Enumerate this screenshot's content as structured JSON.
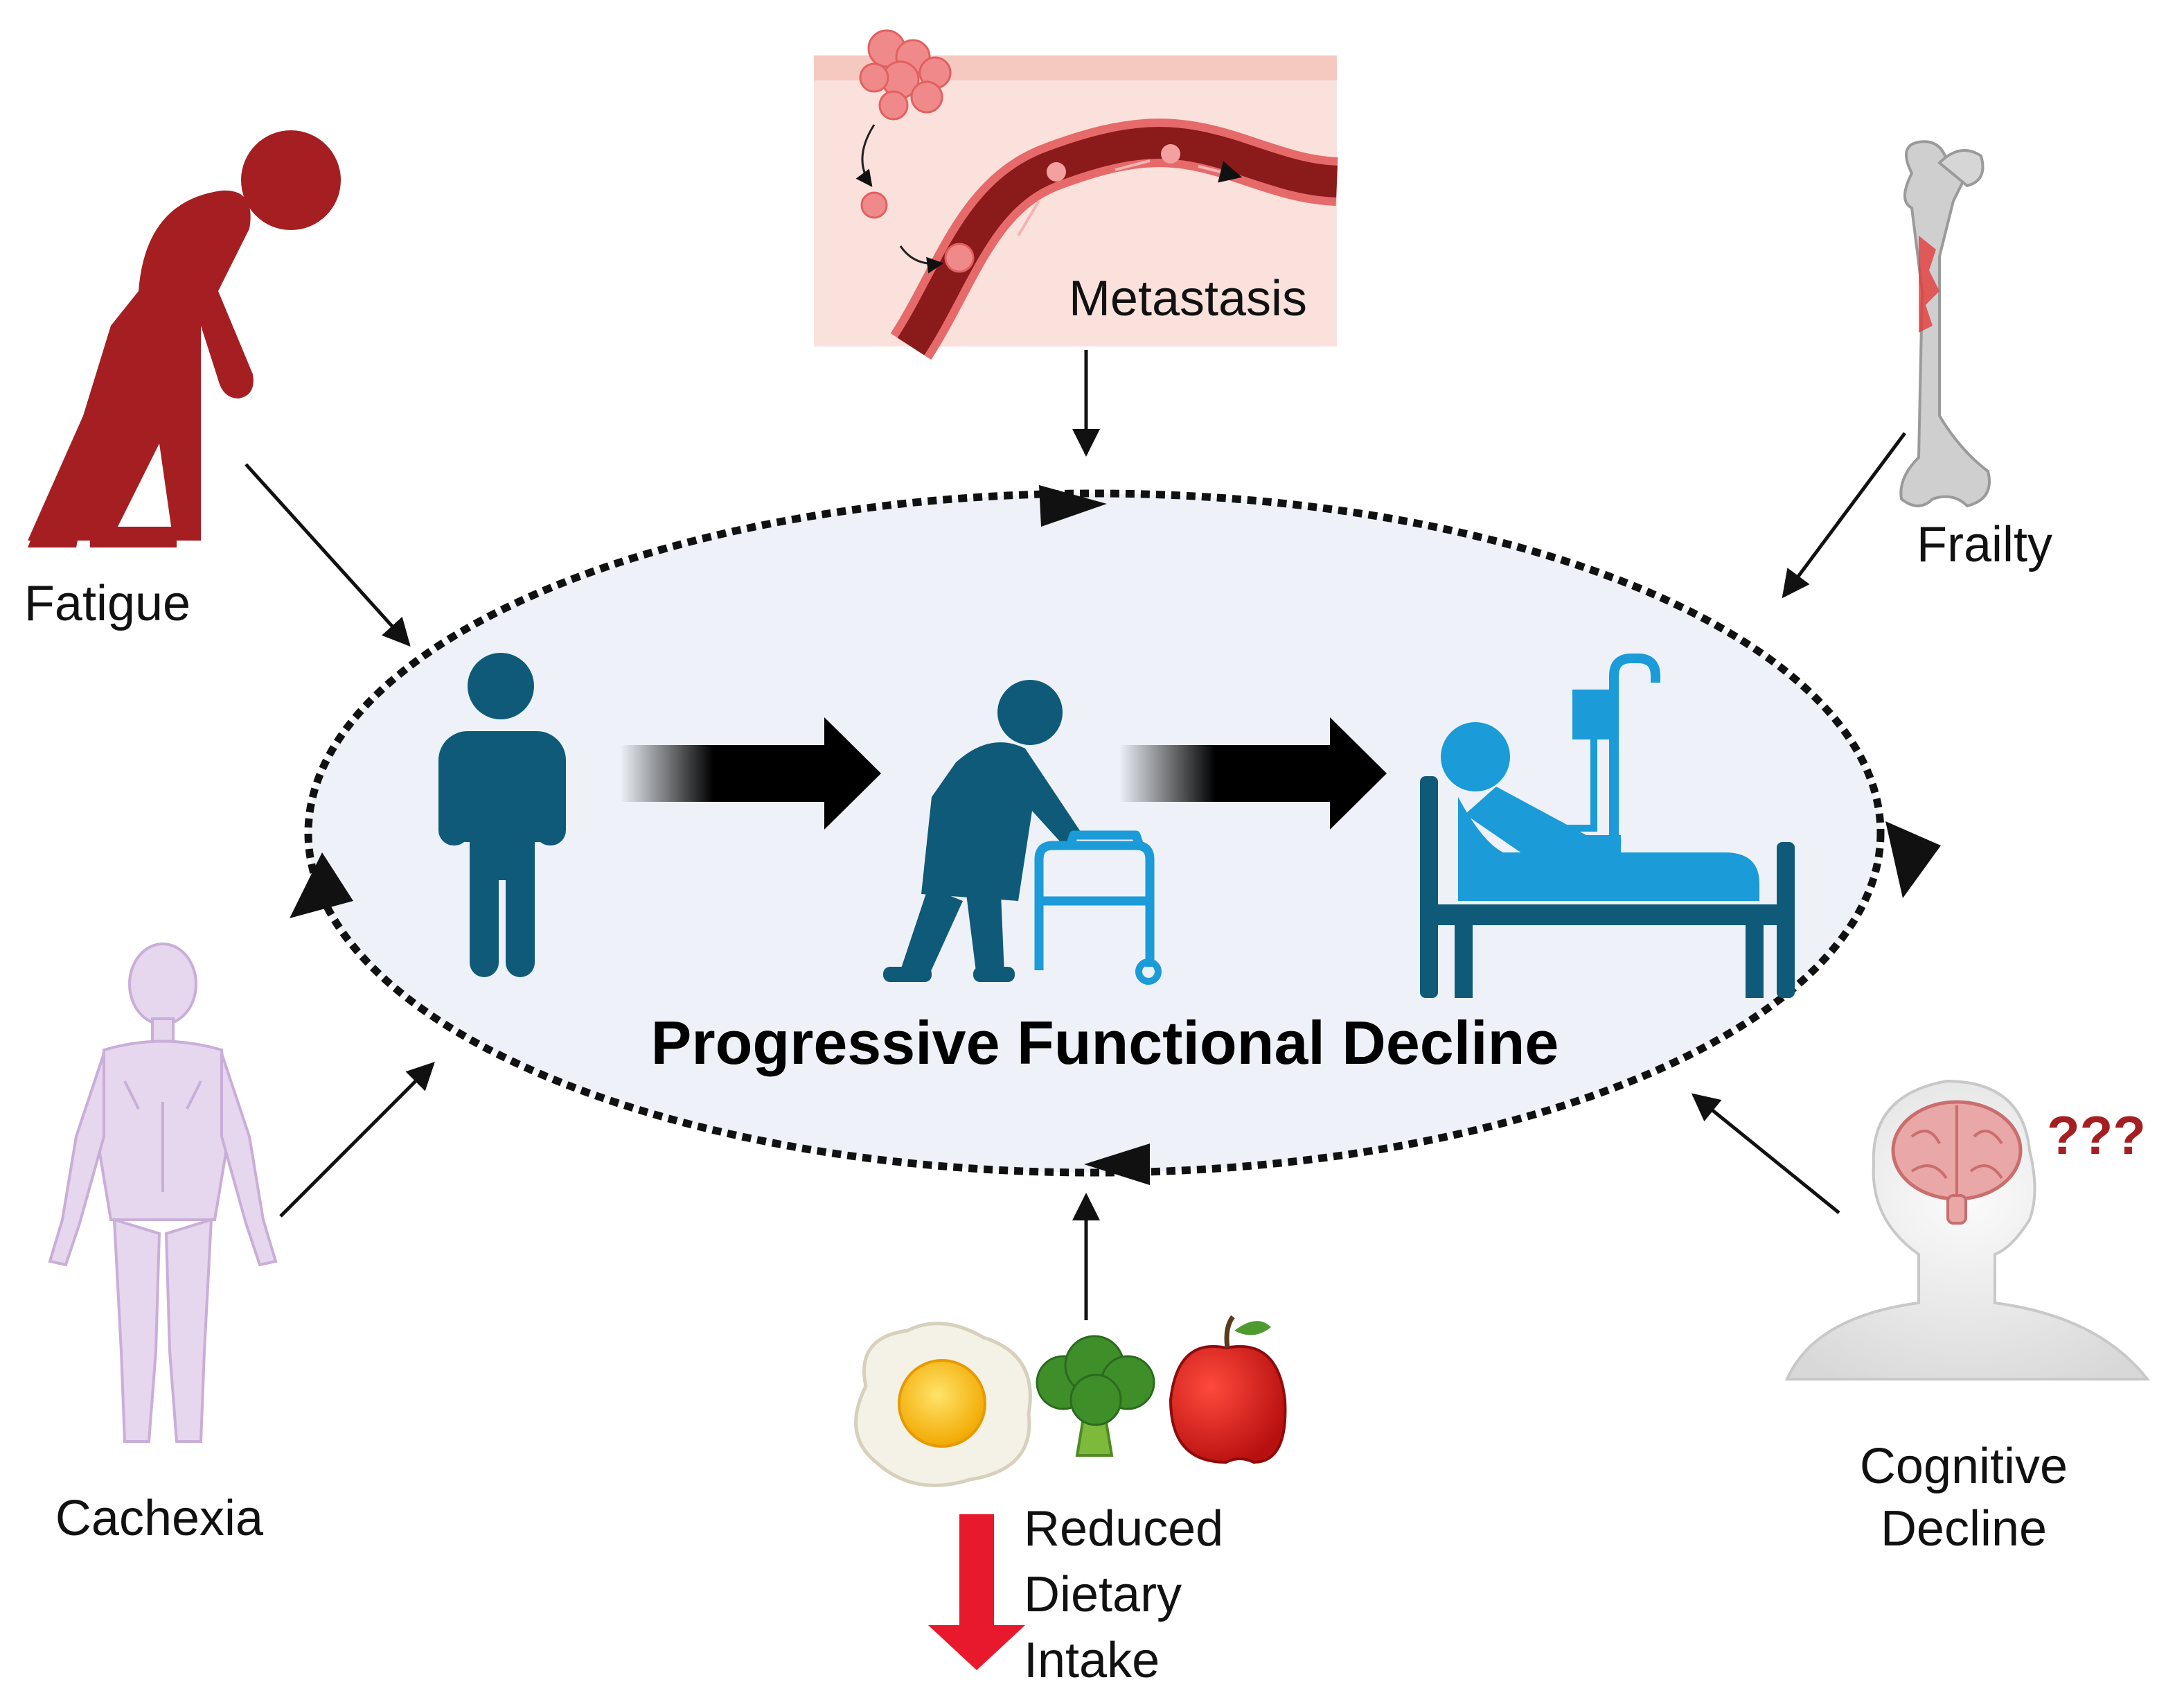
{
  "center": {
    "title": "Progressive Functional Decline",
    "stages": [
      "standing-person",
      "person-with-walker",
      "patient-in-hospital-bed"
    ]
  },
  "factors": {
    "metastasis": "Metastasis",
    "frailty": "Frailty",
    "fatigue": "Fatigue",
    "cachexia": "Cachexia",
    "cognitive_line1": "Cognitive",
    "cognitive_line2": "Decline",
    "diet_line1": "Reduced",
    "diet_line2": "Dietary",
    "diet_line3": "Intake",
    "question_marks": "???"
  },
  "colors": {
    "ellipse_fill": "#EEF2F8",
    "person_teal": "#0E5A78",
    "device_blue": "#1B9BD7",
    "fatigue_red": "#A51E22",
    "down_arrow_red": "#E8192C",
    "cachexia_lilac": "#E6D6EE",
    "metastasis_bg": "#FBE1DC",
    "vessel_dark": "#8B1A1A"
  }
}
